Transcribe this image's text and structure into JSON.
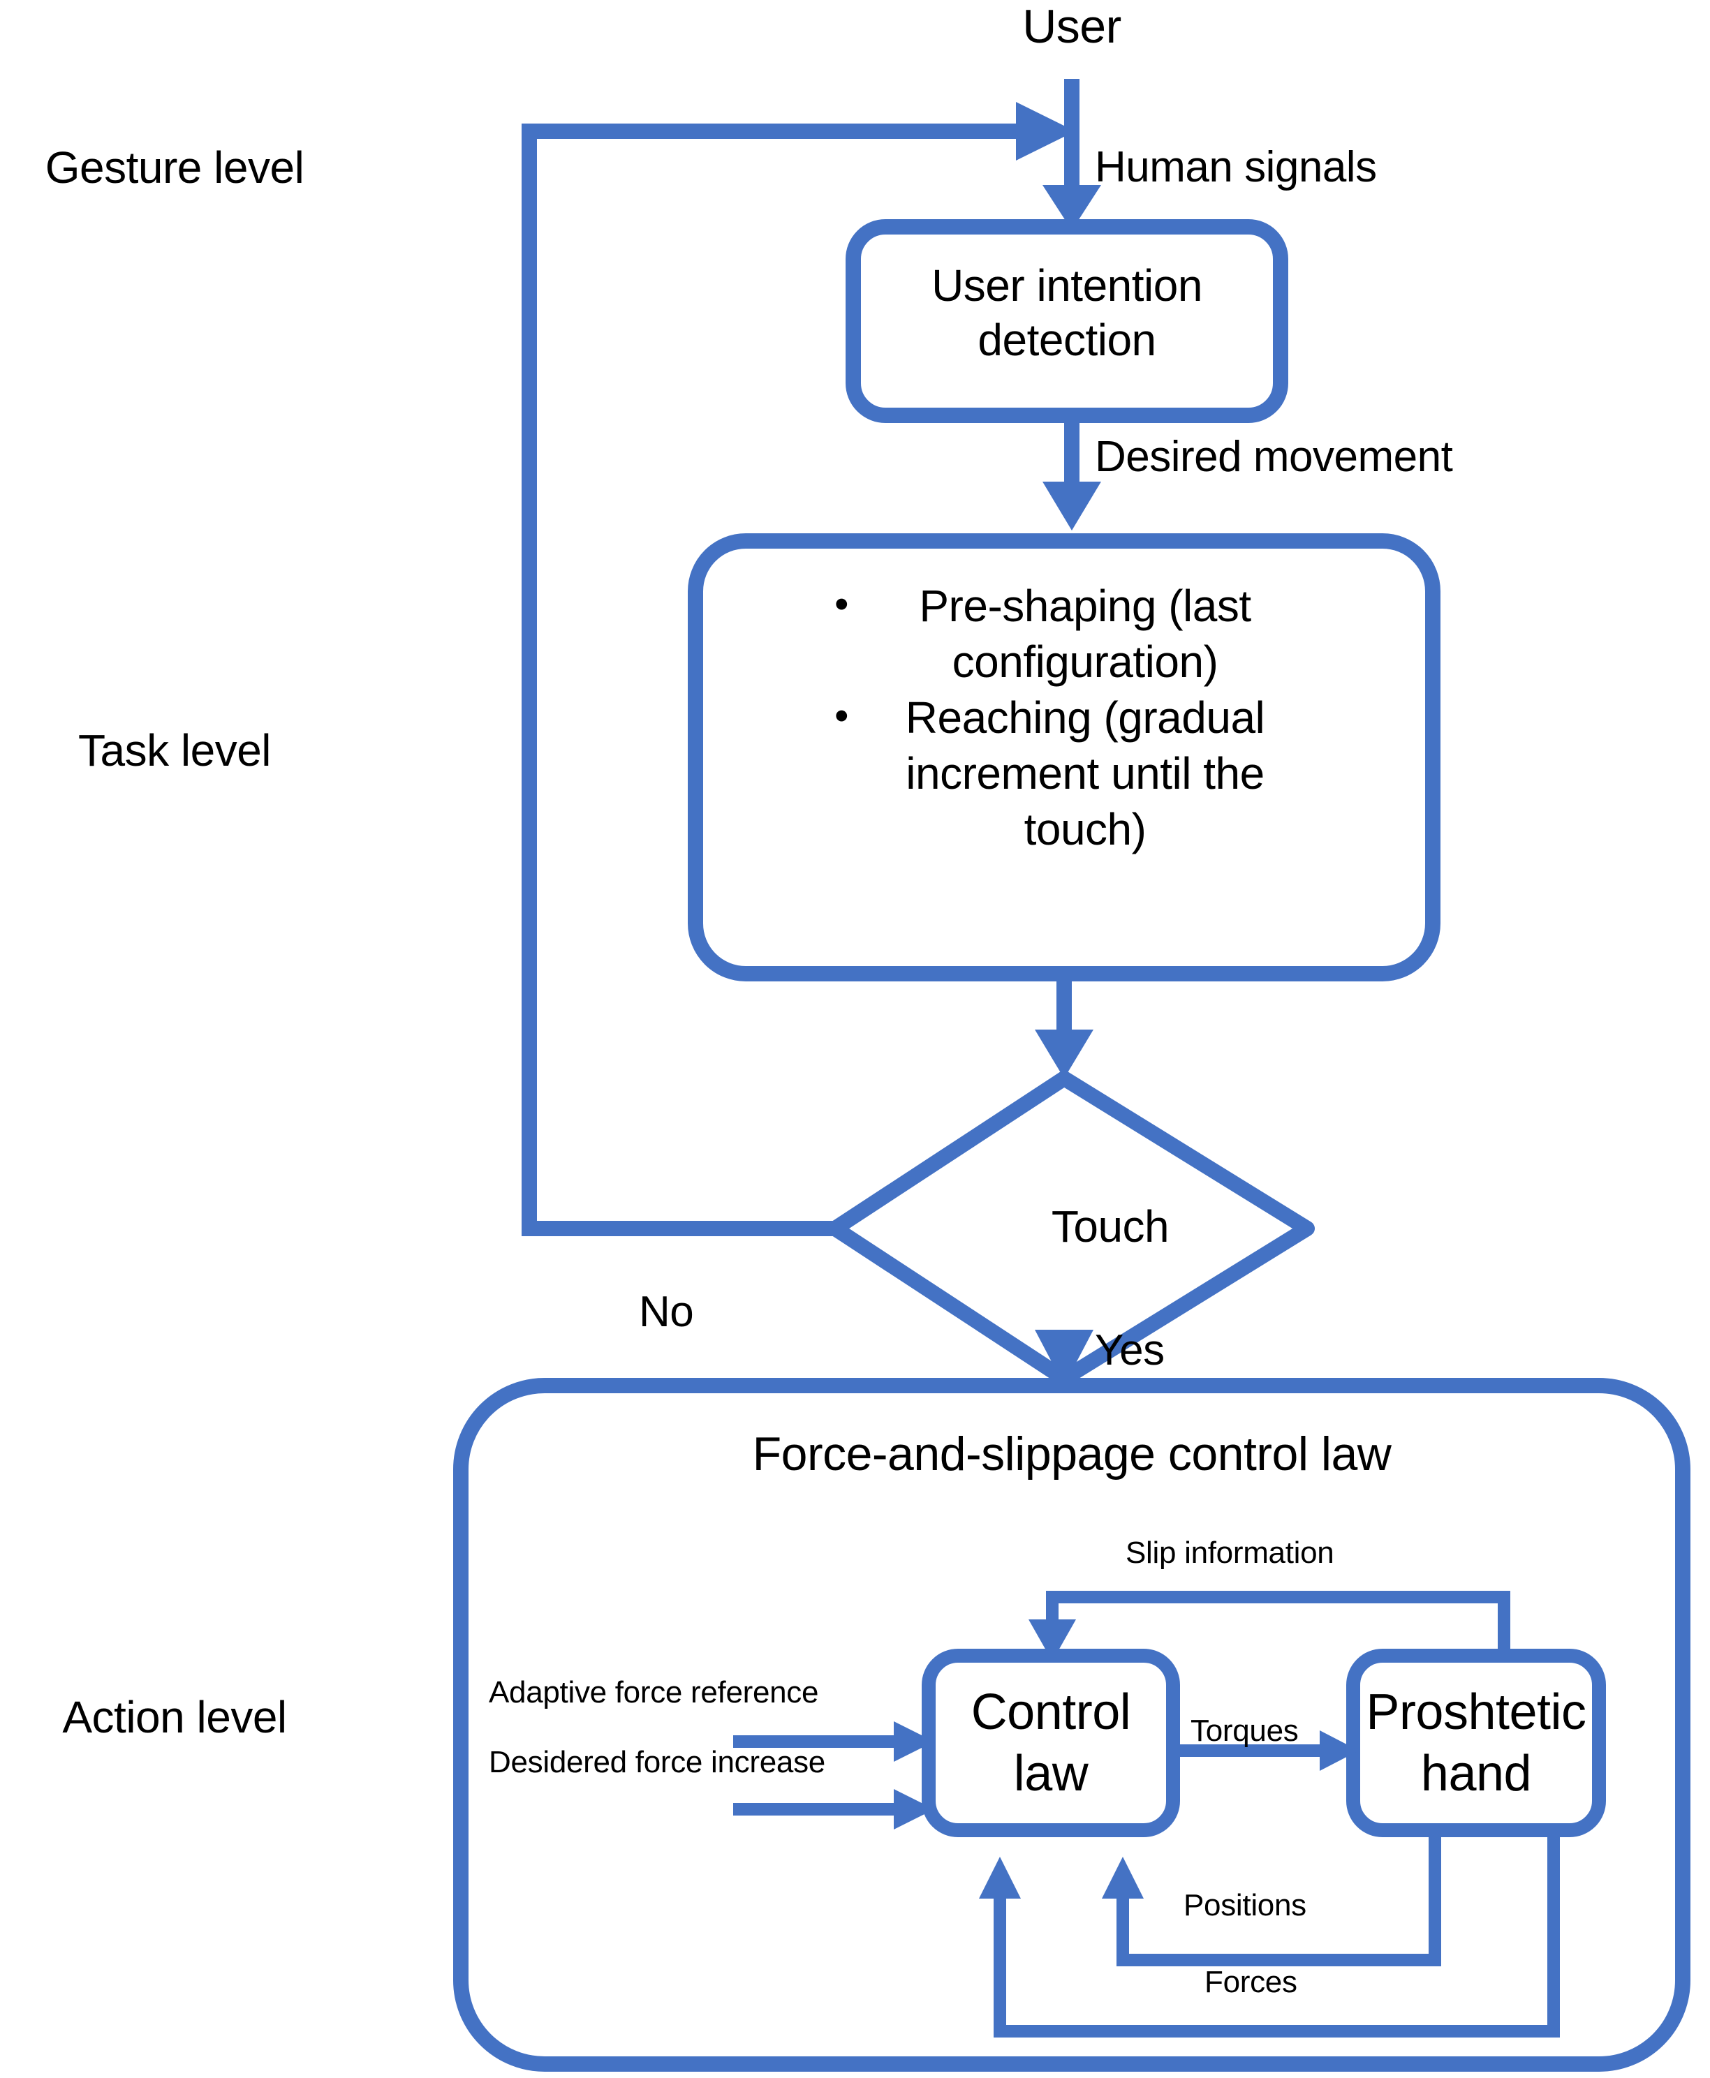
{
  "diagram": {
    "title": "Hierarchical control architecture of a prosthetic hand",
    "accent_color": "#4472C4",
    "text_color": "#000000",
    "background": "#FFFFFF"
  },
  "levels": [
    {
      "id": "gesture",
      "label": "Gesture level"
    },
    {
      "id": "task",
      "label": "Task level"
    },
    {
      "id": "action",
      "label": "Action level"
    }
  ],
  "nodes": {
    "user": {
      "label": "User"
    },
    "intention": {
      "line1": "User intention",
      "line2": "detection"
    },
    "task_box": {
      "bullets": [
        "Pre-shaping (last\nconfiguration)",
        "Reaching (gradual\nincrement until the\ntouch)"
      ],
      "bullet1_line1": "Pre-shaping (last",
      "bullet1_line2": "configuration)",
      "bullet2_line1": "Reaching (gradual",
      "bullet2_line2": "increment until the",
      "bullet2_line3": "touch)",
      "bullet_glyph": "•"
    },
    "decision": {
      "label": "Touch"
    },
    "action_container": {
      "title": "Force-and-slippage control law"
    },
    "control_law": {
      "line1": "Control",
      "line2": "law"
    },
    "prosthetic_hand": {
      "line1": "Proshtetic",
      "line2": "hand"
    }
  },
  "edges": {
    "human_signals": "Human signals",
    "desired_movement": "Desired movement",
    "decision_no": "No",
    "decision_yes": "Yes",
    "slip_information": "Slip information",
    "adaptive_force_reference": "Adaptive force reference",
    "desidered_force_increase": "Desidered force increase",
    "torques": "Torques",
    "positions": "Positions",
    "forces": "Forces"
  }
}
